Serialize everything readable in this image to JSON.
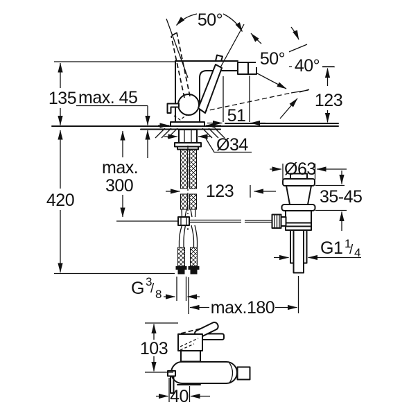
{
  "drawing": {
    "colors": {
      "line": "#111111",
      "background": "#ffffff"
    },
    "top_view": {
      "lever_swing_angle": "50°",
      "spout_swivel_angle": "50°",
      "spout_tilt_angle": "40°",
      "spout_height": "123",
      "body_height": "135",
      "deck_thickness_max": "max. 45",
      "spout_offset": "51",
      "shank_diameter": "Ø34"
    },
    "installation": {
      "max_word": "max.",
      "hose_length_max": "300",
      "overall_height": "420",
      "hose_to_drain": "123",
      "supply_thread": {
        "main": "G",
        "sup": "3",
        "slash": "/",
        "sub": "8"
      },
      "center_distance_max": "max.180"
    },
    "drain": {
      "flange_diameter": "Ø63",
      "deck_thickness_range": "35-45",
      "thread": {
        "main": "G1",
        "sup": "1",
        "slash": "/",
        "sub": "4"
      }
    },
    "bottom_view": {
      "body_height": "103",
      "inlet_offset": "40"
    }
  }
}
